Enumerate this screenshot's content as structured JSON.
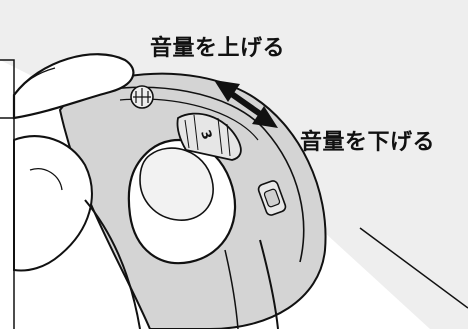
{
  "labels": {
    "volume_up": "音量を上げる",
    "volume_down": "音量を下げる"
  },
  "dial": {
    "number": "3"
  },
  "colors": {
    "background": "#ffffff",
    "gray_panel": "#eeeeee",
    "device_fill": "#cfcfcf",
    "device_dark": "#bdbdbd",
    "outline": "#111111"
  },
  "icons": [
    "double-arrow-icon",
    "volume-dial-icon",
    "microphone-port-icon",
    "battery-door-icon"
  ]
}
